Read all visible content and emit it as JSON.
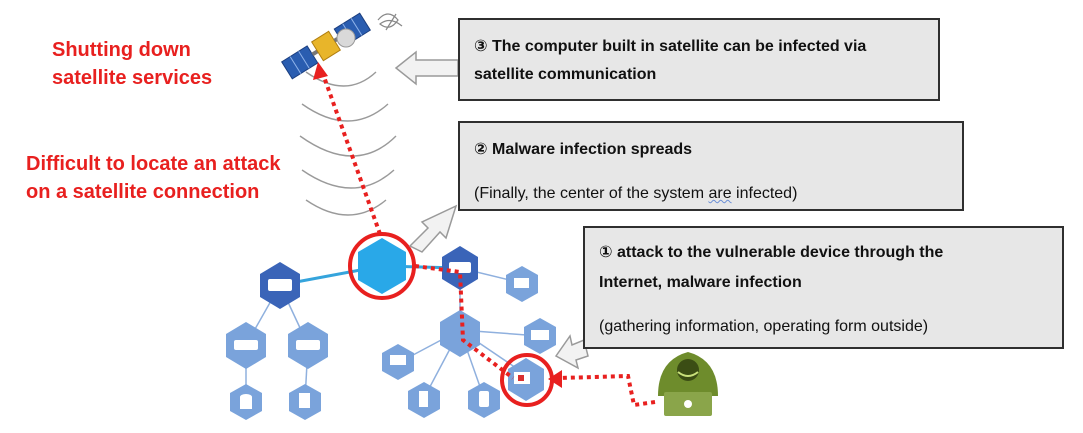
{
  "left_notes": {
    "shutdown_line1": "Shutting down",
    "shutdown_line2": "satellite services",
    "locate_line1": "Difficult to locate an attack",
    "locate_line2": "on a satellite connection"
  },
  "callouts": {
    "satellite": {
      "line1": "③ The computer built in satellite can be infected via",
      "line2": "satellite communication"
    },
    "spread": {
      "title": "② Malware infection spreads",
      "note_pre": "(Finally, the center of the system ",
      "note_word": "are",
      "note_post": " infected)"
    },
    "attack": {
      "line1": "①  attack to the vulnerable device through the",
      "line2": "Internet, malware infection",
      "note": "(gathering information, operating form outside)"
    }
  },
  "colors": {
    "accent_red": "#e8201f",
    "box_fill": "#e7e7e7",
    "node_dark_blue": "#3a64b8",
    "node_light_blue": "#7aa3db",
    "center_node": "#29a8e8",
    "hacker_green": "#6e8c2c"
  }
}
